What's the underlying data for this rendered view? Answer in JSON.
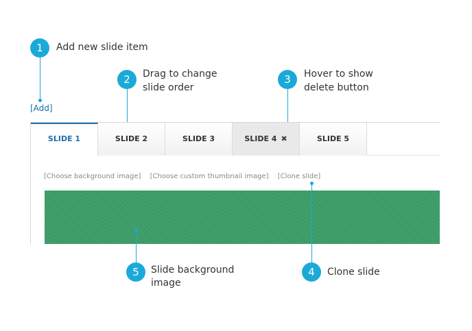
{
  "annotations": [
    {
      "number": "1",
      "text": "Add new slide item"
    },
    {
      "number": "2",
      "line1": "Drag to change",
      "line2": "slide order"
    },
    {
      "number": "3",
      "line1": "Hover to show",
      "line2": "delete button"
    },
    {
      "number": "4",
      "text": "Clone slide"
    },
    {
      "number": "5",
      "line1": "Slide background",
      "line2": "image"
    }
  ],
  "add_link": "[Add]",
  "tabs": [
    "SLIDE 1",
    "SLIDE 2",
    "SLIDE 3",
    "SLIDE 4",
    "SLIDE 5"
  ],
  "active_tab": "SLIDE 1",
  "hover_tab": "SLIDE 4",
  "delete_glyph": "✖",
  "actions": {
    "choose_bg": "[Choose background image]",
    "choose_thumb": "[Choose custom thumbnail image]",
    "clone": "[Clone slide]"
  },
  "colors": {
    "accent": "#1ba9d8",
    "link": "#1a6fb0",
    "slide_bg": "#3b9e67"
  }
}
